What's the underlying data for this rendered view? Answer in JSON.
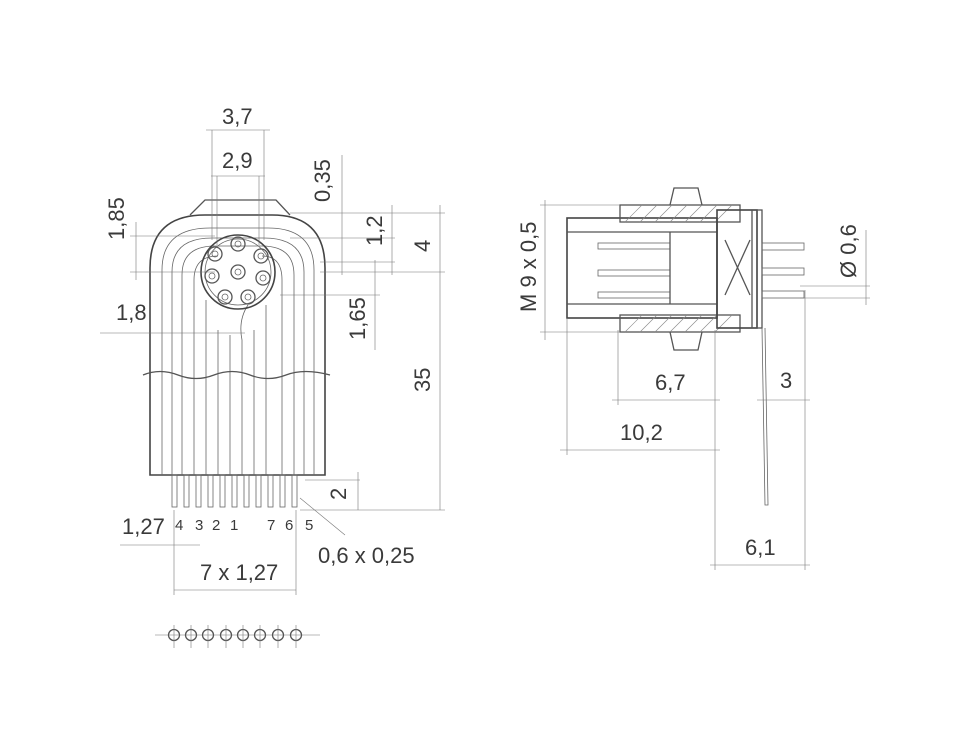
{
  "front_view": {
    "dims": {
      "d_3_7": "3,7",
      "d_2_9": "2,9",
      "d_0_35": "0,35",
      "d_1_85": "1,85",
      "d_1_2": "1,2",
      "d_4": "4",
      "d_1_8": "1,8",
      "d_1_65": "1,65",
      "d_35": "35",
      "d_2": "2",
      "d_1_27": "1,27",
      "d_0_6x0_25": "0,6 x 0,25",
      "d_7x1_27": "7 x 1,27"
    },
    "pin_labels": [
      "4",
      "3",
      "2",
      "1",
      "7",
      "6",
      "5"
    ]
  },
  "side_view": {
    "dims": {
      "thread": "M 9 x 0,5",
      "pin_dia": "Ø 0,6",
      "d_3": "3",
      "d_6_7": "6,7",
      "d_10_2": "10,2",
      "d_6_1": "6,1"
    }
  },
  "colors": {
    "line": "#555555",
    "text": "#3a3a3a",
    "background": "#ffffff"
  }
}
